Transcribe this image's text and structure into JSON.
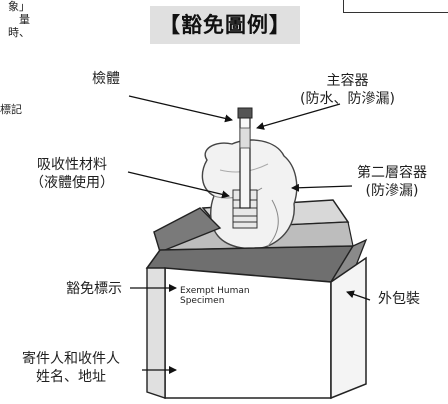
{
  "fragments": {
    "top_left": [
      "象」",
      "量",
      "時、"
    ],
    "mark": "標記"
  },
  "title": "【豁免圖例】",
  "labels": {
    "specimen": "檢體",
    "primary_container": [
      "主容器",
      "(防水、防滲漏)"
    ],
    "absorbent": [
      "吸收性材料",
      "（液體使用）"
    ],
    "secondary_container": [
      "第二層容器",
      "(防滲漏)"
    ],
    "outer_package": "外包裝",
    "exempt_mark": "豁免標示",
    "sender_receiver": [
      "寄件人和收件人",
      "姓名、地址"
    ]
  },
  "box_print": [
    "Exempt Human",
    "Specimen"
  ]
}
